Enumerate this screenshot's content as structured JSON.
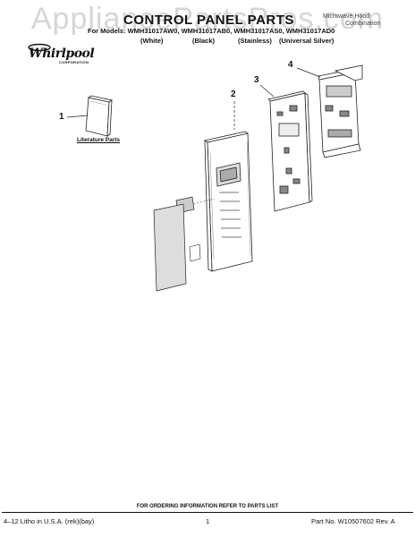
{
  "watermark": "AppliancePartsPros.com",
  "header": {
    "title": "CONTROL PANEL PARTS",
    "top_right_1": "Microwave Hood",
    "top_right_2": "Combination",
    "models_line": "For Models: WMH31017AW0, WMH31017AB0, WMH31017AS0, WMH31017AD0",
    "finishes": [
      "(White)",
      "(Black)",
      "(Stainless)",
      "(Universal Silver)"
    ]
  },
  "logo": {
    "name": "Whirlpool",
    "sub": "CORPORATION"
  },
  "callouts": [
    "1",
    "2",
    "3",
    "4"
  ],
  "literature_label": "Literature Parts",
  "footer": {
    "ordering_note": "FOR ORDERING INFORMATION REFER TO PARTS LIST",
    "left": "4–12 Litho in U.S.A. (rek)(bay)",
    "page": "1",
    "right": "Part No. W10507602 Rev. A"
  }
}
